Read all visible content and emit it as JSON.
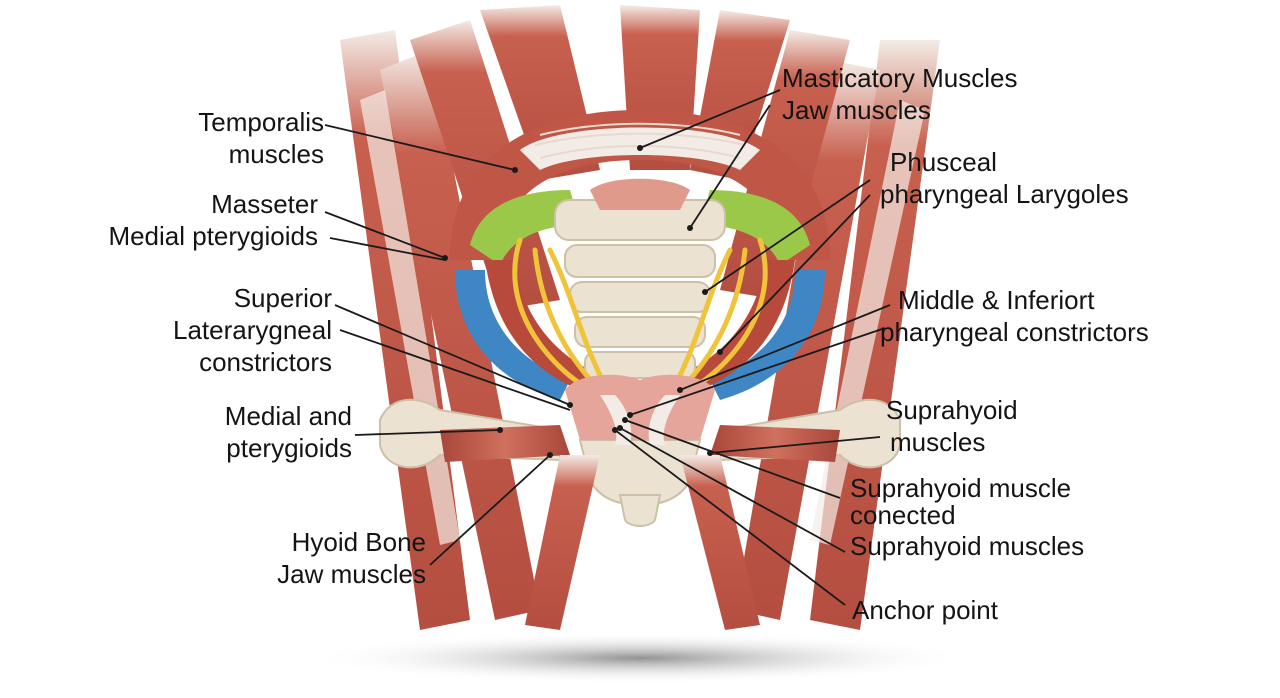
{
  "labels": {
    "temporalis": [
      "Temporalis",
      "muscles"
    ],
    "masseter_medial": [
      "Masseter",
      "Medial pterygioids"
    ],
    "superior": [
      "Superior",
      "Laterarygneal",
      "constrictors"
    ],
    "medial_and": [
      "Medial and",
      "pterygioids"
    ],
    "hyoid": [
      "Hyoid Bone",
      "Jaw muscles"
    ],
    "masticatory": [
      "Masticatory Muscles",
      "Jaw  muscles"
    ],
    "phusceal": [
      "Phusceal",
      "pharyngeal Larygoles"
    ],
    "middle_inferior": [
      "Middle & Inferiort",
      "pharyngeal constrictors"
    ],
    "suprahyoid_1": [
      "Suprahyoid",
      "muscles"
    ],
    "suprahyoid_2": [
      "Suprahyoid  muscle",
      "conected",
      "Suprahyoid  muscles"
    ],
    "anchor": [
      "Anchor point"
    ]
  },
  "colors": {
    "muscle": "#c45a4a",
    "muscle_dark": "#9c3b30",
    "tendon": "#f3ece6",
    "bone": "#ece2d2",
    "nerve": "#f0c43a",
    "vessel_blue": "#3f86c4",
    "vessel_green": "#9cc84a",
    "leader": "#1a1a1a"
  }
}
